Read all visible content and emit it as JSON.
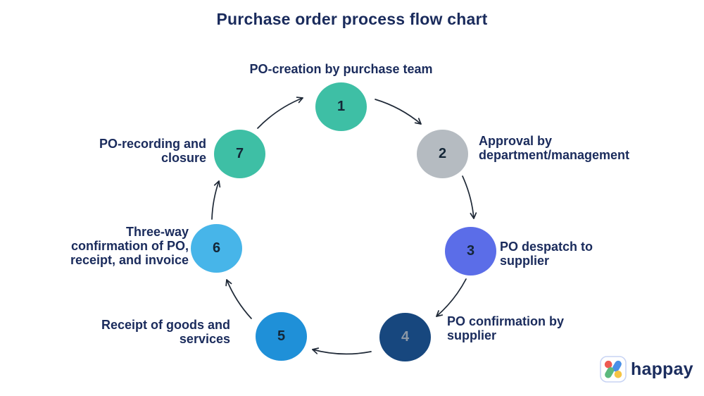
{
  "title": "Purchase order process flow chart",
  "colors": {
    "background": "#FFFFFF",
    "heading_text": "#1A2B5C",
    "arrow_stroke": "#1F2937",
    "teal": "#3EBFA5",
    "gray": "#B5BBC1",
    "periwinkle": "#5B6DE8",
    "dark_navy": "#17477E",
    "blue": "#1F90D8",
    "light_blue": "#47B5E9"
  },
  "steps": [
    {
      "number": "1",
      "label": "PO-creation by purchase team",
      "color": "#3EBFA5",
      "number_color": "#142637"
    },
    {
      "number": "2",
      "label": "Approval by\ndepartment/management",
      "color": "#B5BBC1",
      "number_color": "#142637"
    },
    {
      "number": "3",
      "label": "PO despatch to\nsupplier",
      "color": "#5B6DE8",
      "number_color": "#142637"
    },
    {
      "number": "4",
      "label": "PO confirmation by\nsupplier",
      "color": "#17477E",
      "number_color": "#8C98A6"
    },
    {
      "number": "5",
      "label": "Receipt of goods and\nservices",
      "color": "#1F90D8",
      "number_color": "#142637"
    },
    {
      "number": "6",
      "label": "Three-way\nconfirmation of PO,\nreceipt, and invoice",
      "color": "#47B5E9",
      "number_color": "#142637"
    },
    {
      "number": "7",
      "label": "PO-recording and\nclosure",
      "color": "#3EBFA5",
      "number_color": "#142637"
    }
  ],
  "logo": {
    "text": "happay",
    "icon_colors": {
      "red": "#EE5A52",
      "blue": "#4A8FE7",
      "green": "#5CB97E",
      "yellow": "#F6C445",
      "border": "#C8D4F4"
    }
  }
}
